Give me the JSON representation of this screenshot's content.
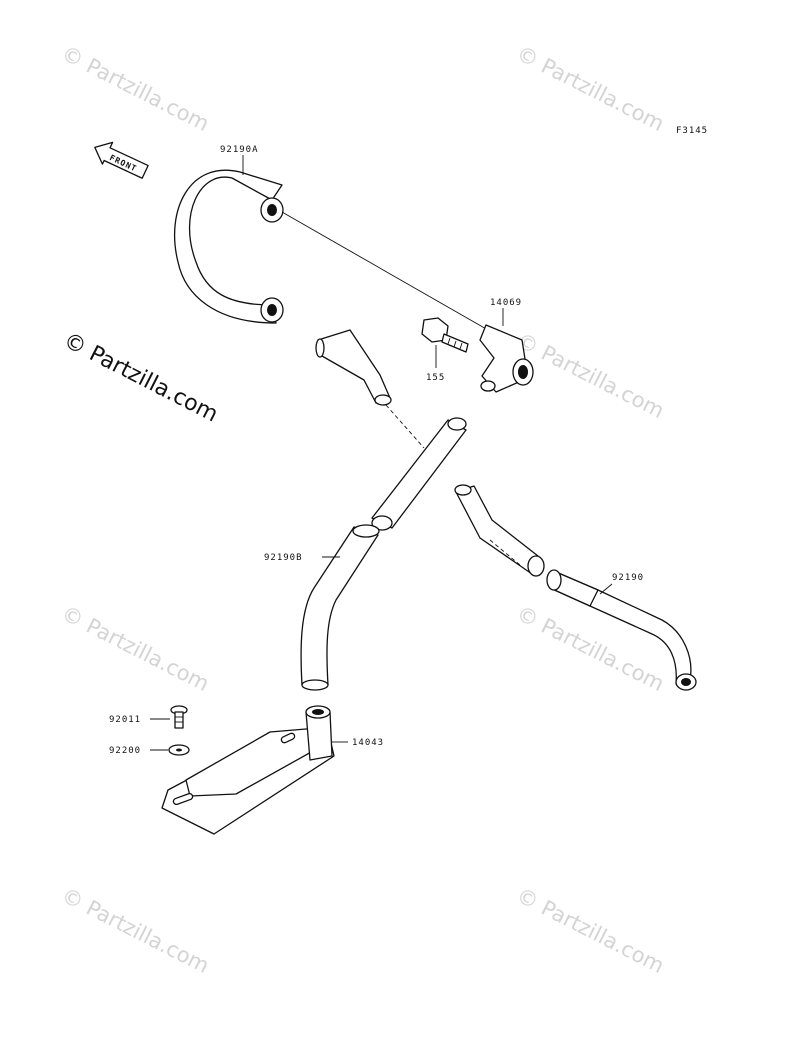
{
  "figure": {
    "code": "F3145",
    "front_label": "FRONT"
  },
  "watermark": {
    "small_text": "© Partzilla.com",
    "big_text": "© Partzilla.com"
  },
  "callouts": {
    "p92190A": "92190A",
    "p14069": "14069",
    "p155": "155",
    "p92190B": "92190B",
    "p92190": "92190",
    "p92011": "92011",
    "p92200": "92200",
    "p14043": "14043"
  },
  "colors": {
    "line": "#111111",
    "background": "#ffffff",
    "watermark": "#d4d4d4"
  }
}
